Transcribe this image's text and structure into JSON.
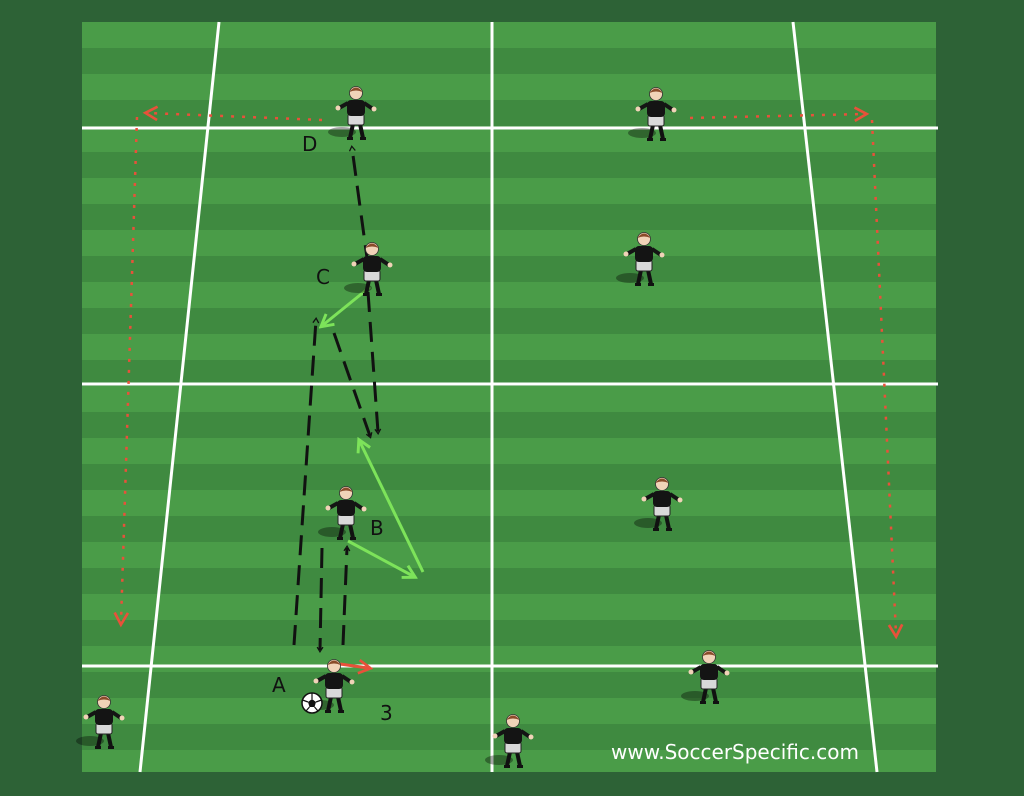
{
  "diagram": {
    "labels": {
      "a": "A",
      "b": "B",
      "c": "C",
      "d": "D",
      "number": "3"
    },
    "watermark": "www.SoccerSpecific.com",
    "colors": {
      "border": "#2d6236",
      "stripe_light": "#4a9c48",
      "stripe_dark": "#3f8a40",
      "lines": "#ffffff",
      "player_run": "#111111",
      "pass": "#7de35a",
      "rotation": "#e8513a",
      "jersey": "#141414",
      "shorts": "#d9d9d9"
    },
    "icons": [
      "player-figure",
      "soccer-ball-icon"
    ]
  }
}
